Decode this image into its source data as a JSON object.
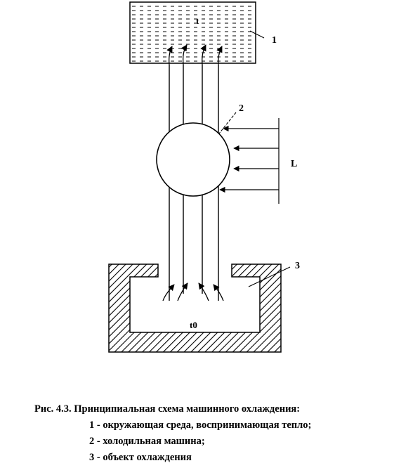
{
  "labels": {
    "tank_temp": "t",
    "object_temp": "t0",
    "work": "L",
    "n1": "1",
    "n2": "2",
    "n3": "3"
  },
  "caption": {
    "title": "Рис. 4.3. Принципиальная схема машинного охлаждения:",
    "items": [
      "1 - окружающая среда, воспринимающая тепло;",
      "2 - холодильная машина;",
      "3 - объект охлаждения"
    ]
  }
}
